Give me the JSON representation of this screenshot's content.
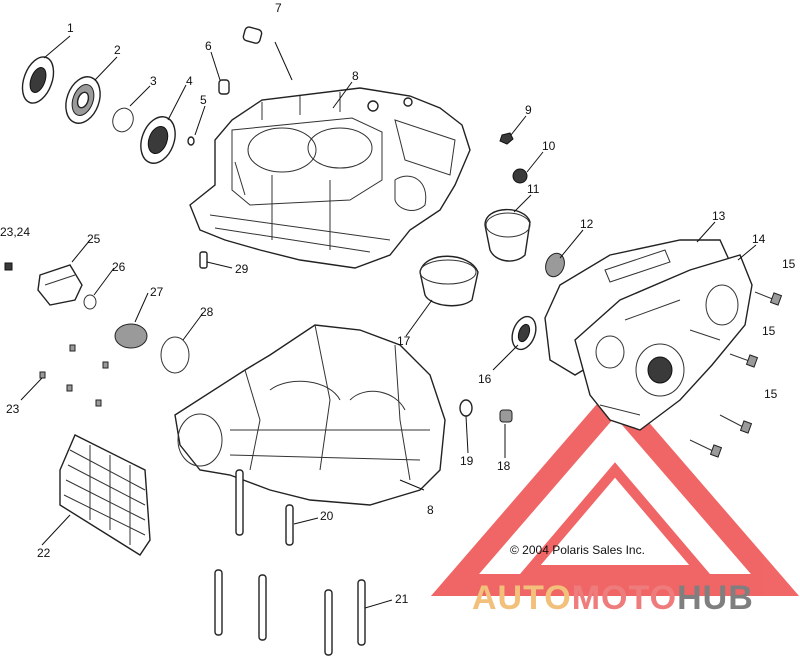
{
  "callouts": {
    "c1": "1",
    "c2": "2",
    "c3": "3",
    "c4": "4",
    "c5": "5",
    "c6": "6",
    "c7": "7",
    "c8a": "8",
    "c8b": "8",
    "c9": "9",
    "c10": "10",
    "c11": "11",
    "c12": "12",
    "c13": "13",
    "c14": "14",
    "c15a": "15",
    "c15b": "15",
    "c15c": "15",
    "c16": "16",
    "c17": "17",
    "c18": "18",
    "c19": "19",
    "c20": "20",
    "c21": "21",
    "c22": "22",
    "c23": "23",
    "c2324": "23,24",
    "c25": "25",
    "c26": "26",
    "c27": "27",
    "c28": "28",
    "c29": "29"
  },
  "copyright": "© 2004 Polaris Sales Inc.",
  "watermark": {
    "part1": "AUTO",
    "part2": "MOTO",
    "part3": "HUB",
    "color_auto": "#f2c07a",
    "color_moto": "#ef7c7c",
    "color_hub": "#7f7f7f",
    "color_logo": "#ee4b4b"
  }
}
